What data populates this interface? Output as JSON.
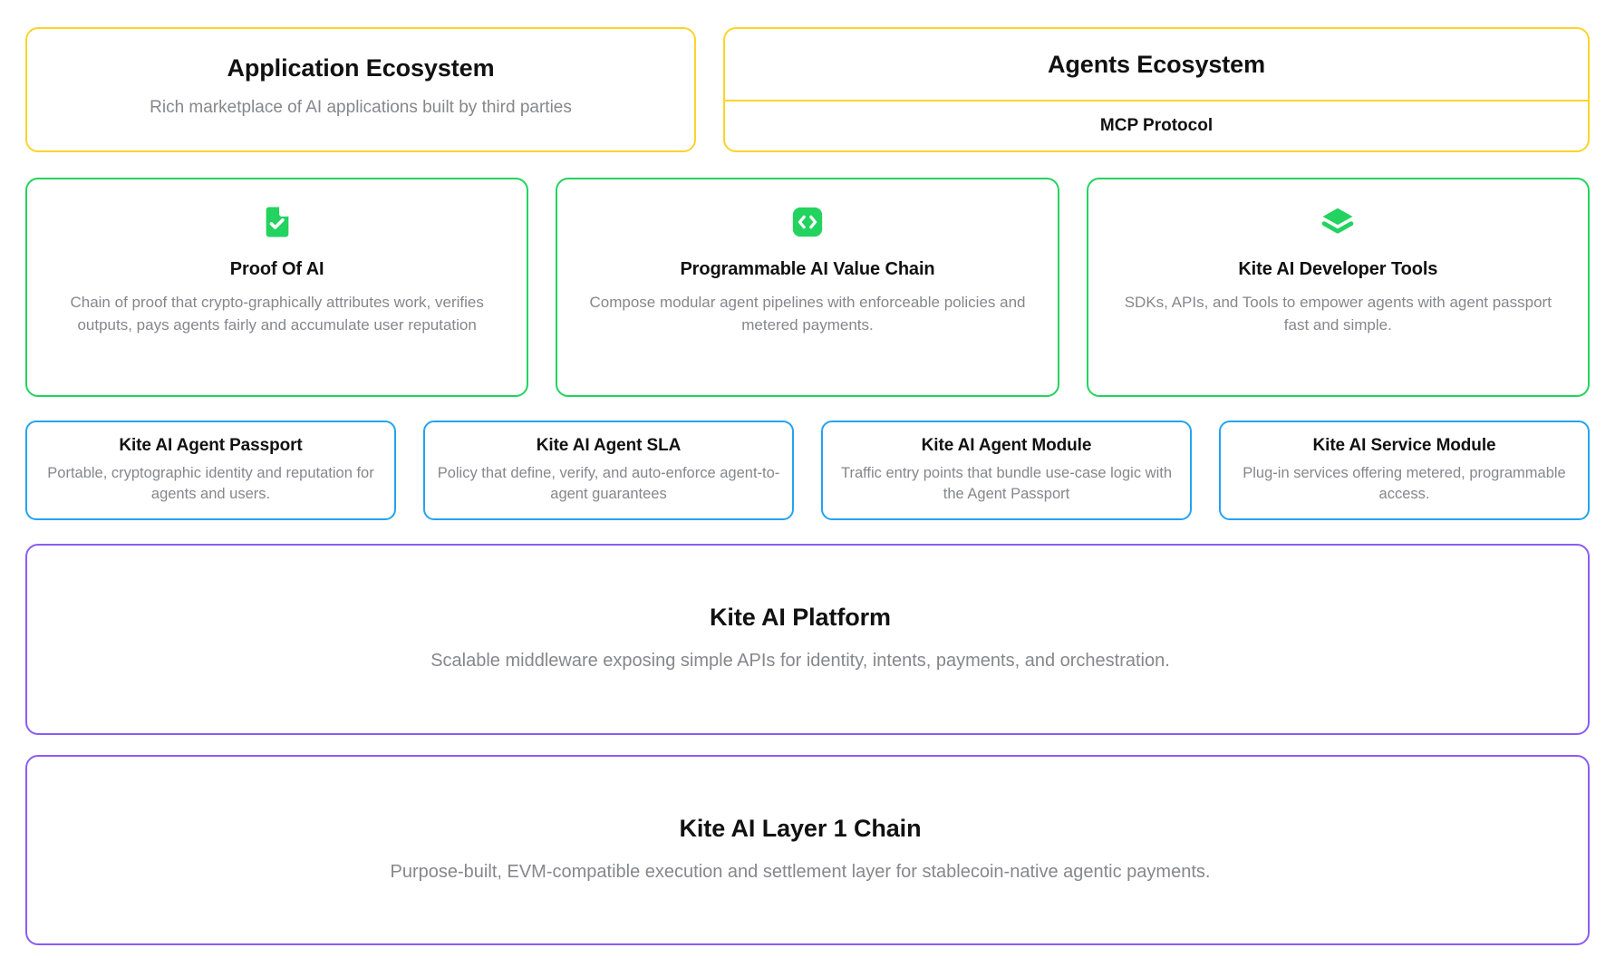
{
  "colors": {
    "ecosystem_border": "#fdd32a",
    "pillar_border": "#23d35f",
    "module_border": "#23a3f0",
    "layer_border": "#8b5cf6",
    "icon_green": "#23d35f",
    "title_text": "#111111",
    "body_text": "#86878b",
    "background": "#ffffff"
  },
  "ecosystem": {
    "application": {
      "title": "Application Ecosystem",
      "description": "Rich marketplace of AI applications built by third parties"
    },
    "agents": {
      "title": "Agents Ecosystem",
      "protocol_label": "MCP Protocol"
    }
  },
  "pillars": [
    {
      "icon": "document-check-icon",
      "title": "Proof Of AI",
      "description": "Chain of proof that crypto-graphically attributes work, verifies outputs, pays agents fairly and accumulate user reputation"
    },
    {
      "icon": "code-brackets-icon",
      "title": "Programmable AI Value Chain",
      "description": "Compose modular agent pipelines with enforceable policies and metered payments."
    },
    {
      "icon": "layers-icon",
      "title": "Kite AI Developer Tools",
      "description": "SDKs, APIs, and Tools to empower agents with agent passport fast and simple."
    }
  ],
  "modules": [
    {
      "title": "Kite AI Agent Passport",
      "description": "Portable, cryptographic identity and reputation for agents and users."
    },
    {
      "title": "Kite AI Agent SLA",
      "description": "Policy that define, verify, and auto-enforce agent-to-agent guarantees"
    },
    {
      "title": "Kite AI Agent Module",
      "description": "Traffic entry points that bundle use-case logic with the Agent Passport"
    },
    {
      "title": "Kite AI Service Module",
      "description": "Plug-in services offering metered, programmable access."
    }
  ],
  "layers": [
    {
      "title": "Kite AI Platform",
      "description": "Scalable middleware exposing simple APIs for identity, intents, payments, and orchestration."
    },
    {
      "title": "Kite AI Layer 1 Chain",
      "description": "Purpose-built, EVM-compatible execution and settlement layer for stablecoin-native agentic payments."
    }
  ]
}
